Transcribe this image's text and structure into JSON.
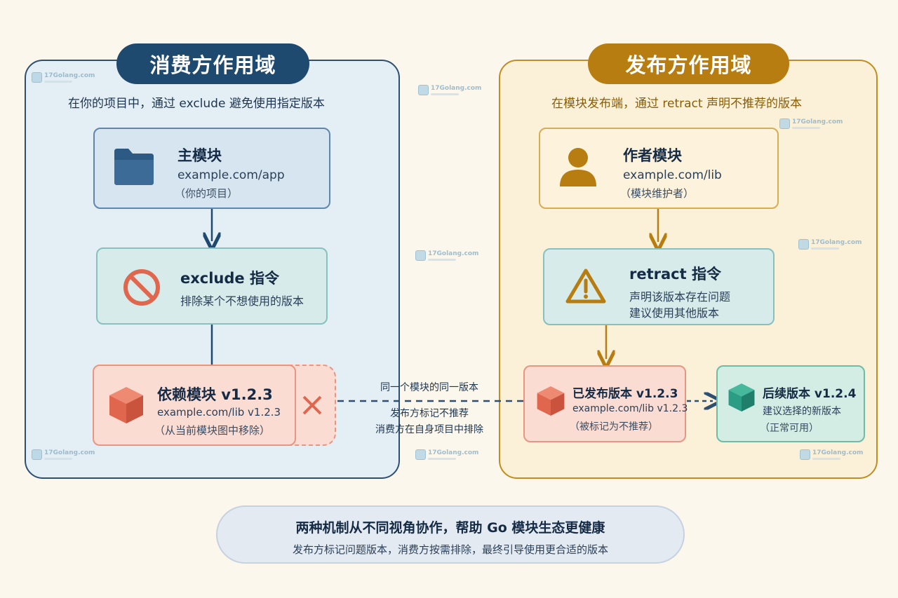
{
  "consumer": {
    "title": "消费方作用域",
    "subtitle": "在你的项目中，通过 exclude 避免使用指定版本",
    "main_module": {
      "title": "主模块",
      "path": "example.com/app",
      "note": "（你的项目）",
      "icon": "folder-icon"
    },
    "exclude_directive": {
      "title": "exclude 指令",
      "description": "排除某个不想使用的版本",
      "icon": "prohibited-icon"
    },
    "dependency": {
      "title": "依赖模块 v1.2.3",
      "path": "example.com/lib v1.2.3",
      "note": "（从当前模块图中移除）",
      "icon": "cube-icon",
      "removed_icon": "cross-icon"
    }
  },
  "publisher": {
    "title": "发布方作用域",
    "subtitle": "在模块发布端，通过 retract 声明不推荐的版本",
    "author_module": {
      "title": "作者模块",
      "path": "example.com/lib",
      "note": "（模块维护者）",
      "icon": "user-icon"
    },
    "retract_directive": {
      "title": "retract 指令",
      "line1": "声明该版本存在问题",
      "line2": "建议使用其他版本",
      "icon": "warning-icon"
    },
    "published_version": {
      "title": "已发布版本 v1.2.3",
      "path": "example.com/lib v1.2.3",
      "note": "（被标记为不推荐）",
      "icon": "cube-icon"
    },
    "next_version": {
      "title": "后续版本 v1.2.4",
      "description": "建议选择的新版本",
      "note": "（正常可用）",
      "icon": "cube-icon"
    }
  },
  "link": {
    "label_top": "同一个模块的同一版本",
    "label_line1": "发布方标记不推荐",
    "label_line2": "消费方在自身项目中排除"
  },
  "footer": {
    "title": "两种机制从不同视角协作，帮助 Go 模块生态更健康",
    "subtitle": "发布方标记问题版本，消费方按需排除，最终引导使用更合适的版本"
  },
  "watermark": "17Golang.com",
  "colors": {
    "consumer_accent": "#1f4a70",
    "publisher_accent": "#b77d10",
    "danger": "#e0664e",
    "ok": "#2a9d84"
  }
}
